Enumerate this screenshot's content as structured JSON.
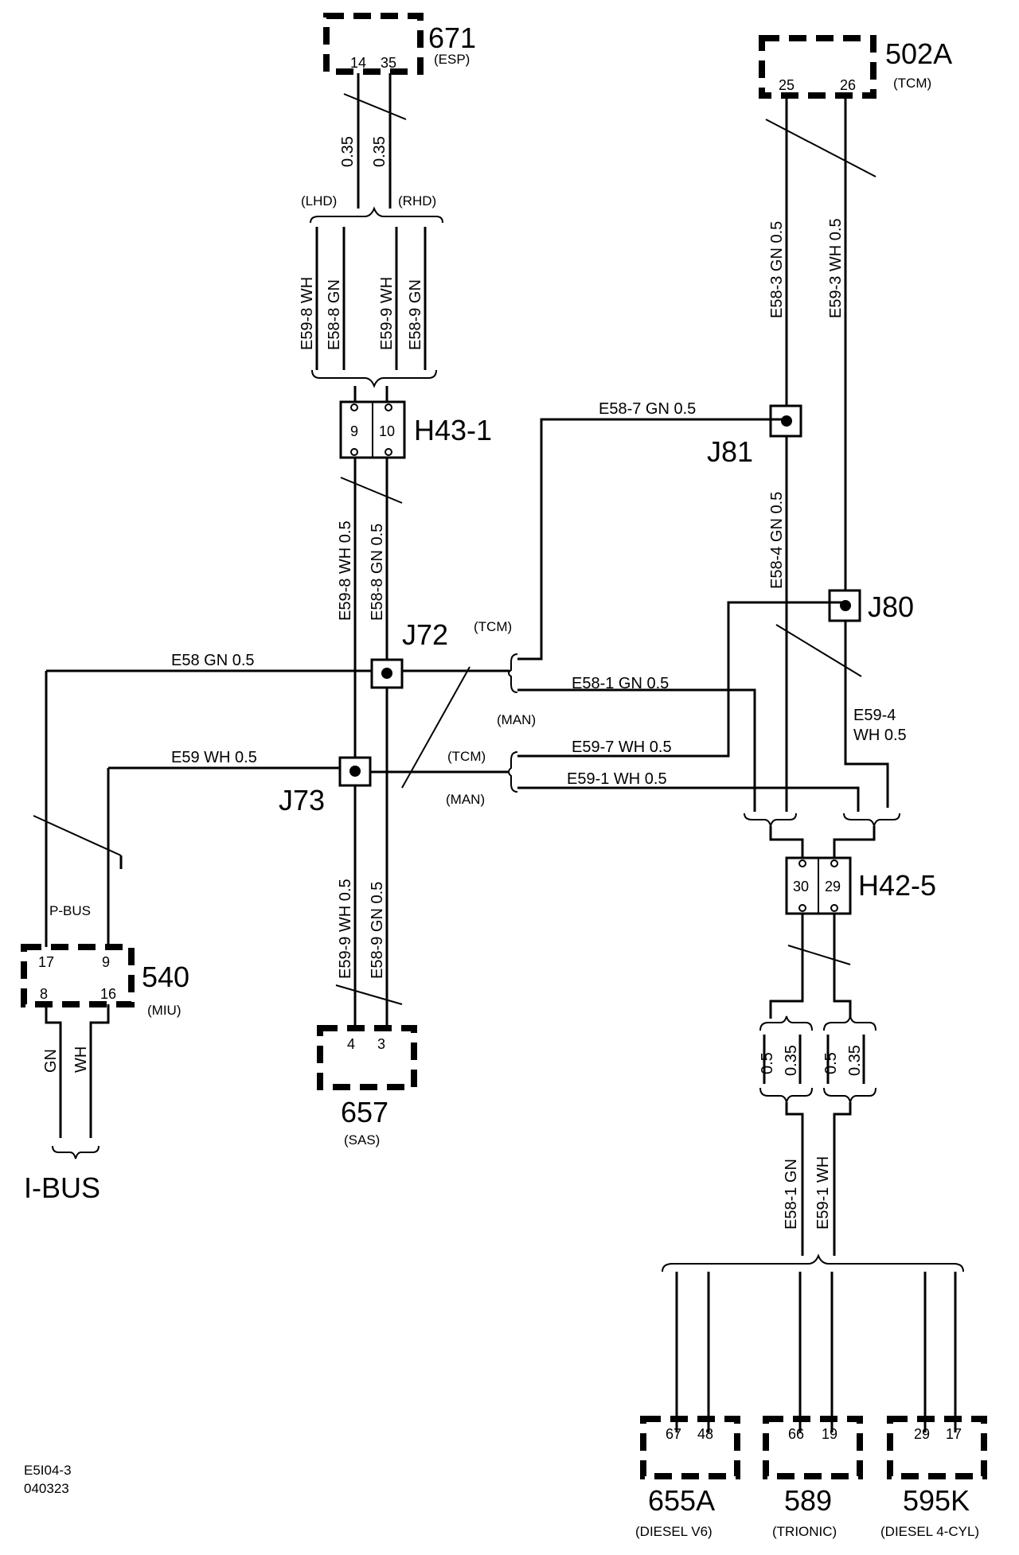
{
  "components": {
    "c671": {
      "id": "671",
      "label": "(ESP)",
      "pins": [
        "14",
        "35"
      ]
    },
    "c502a": {
      "id": "502A",
      "label": "(TCM)",
      "pins": [
        "25",
        "26"
      ]
    },
    "c540": {
      "id": "540",
      "label": "(MIU)",
      "pins": [
        "17",
        "9",
        "8",
        "16"
      ]
    },
    "c657": {
      "id": "657",
      "label": "(SAS)",
      "pins": [
        "4",
        "3"
      ]
    },
    "c655a": {
      "id": "655A",
      "label": "(DIESEL V6)",
      "pins": [
        "67",
        "48"
      ]
    },
    "c589": {
      "id": "589",
      "label": "(TRIONIC)",
      "pins": [
        "66",
        "19"
      ]
    },
    "c595k": {
      "id": "595K",
      "label": "(DIESEL 4-CYL)",
      "pins": [
        "29",
        "17"
      ]
    }
  },
  "connectors": {
    "h431": {
      "id": "H43-1",
      "pins": [
        "9",
        "10"
      ]
    },
    "h425": {
      "id": "H42-5",
      "pins": [
        "30",
        "29"
      ]
    }
  },
  "junctions": {
    "j72": "J72",
    "j73": "J73",
    "j80": "J80",
    "j81": "J81"
  },
  "wires": {
    "top035a": "0.35",
    "top035b": "0.35",
    "lhd": "(LHD)",
    "rhd": "(RHD)",
    "e598wh": "E59-8  WH",
    "e588gn": "E58-8  GN",
    "e599wh": "E59-9  WH",
    "e589gn": "E58-9  GN",
    "e598_05": "E59-8  WH  0.5",
    "e588_05": "E58-8  GN  0.5",
    "e599_05": "E59-9  WH  0.5",
    "e589_05": "E58-9  GN  0.5",
    "e58": "E58   GN   0.5",
    "e59": "E59   WH   0.5",
    "tcm1": "(TCM)",
    "man1": "(MAN)",
    "tcm2": "(TCM)",
    "man2": "(MAN)",
    "e587": "E58-7   GN   0.5",
    "e581": "E58-1   GN   0.5",
    "e597": "E59-7 WH  0.5",
    "e591": "E59-1   WH   0.5",
    "e583": "E58-3  GN  0.5",
    "e593": "E59-3  WH  0.5",
    "e584": "E58-4  GN  0.5",
    "e594a": "E59-4",
    "e594b": "WH  0.5",
    "pbus": "P-BUS",
    "gn": "GN",
    "wh": "WH",
    "ibus": "I-BUS",
    "s05a": "0.5",
    "s035a": "0.35",
    "s05b": "0.5",
    "s035b": "0.35",
    "e5811": "E58-1  GN",
    "e5911": "E59-1  WH"
  },
  "footer": {
    "code": "E5I04-3",
    "date": "040323"
  }
}
